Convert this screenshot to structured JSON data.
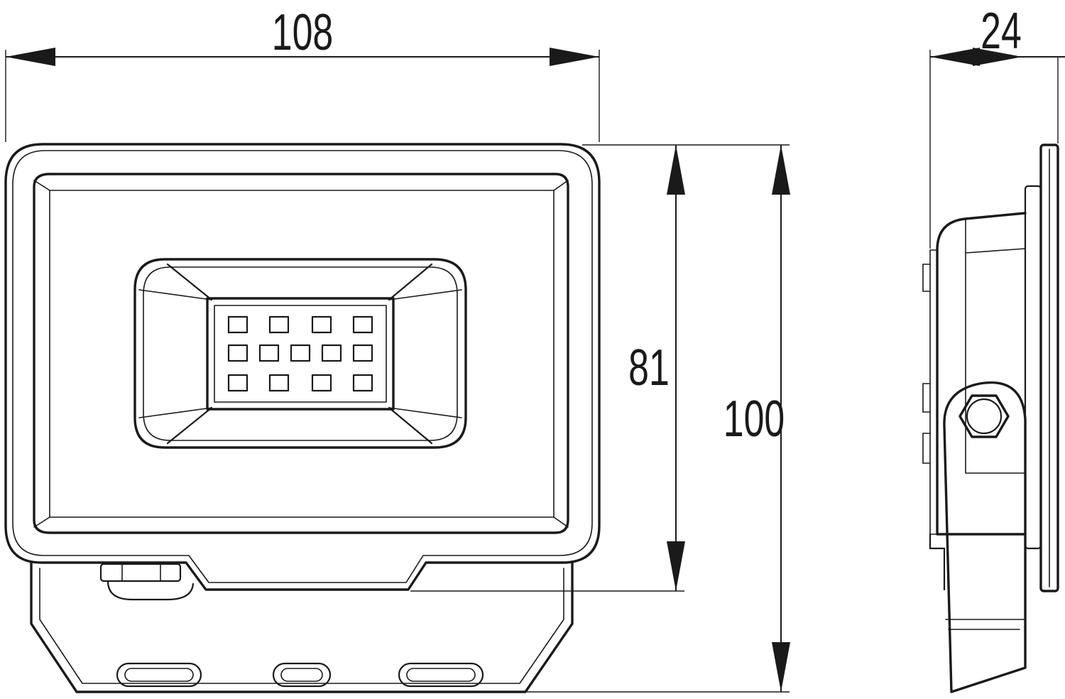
{
  "dimensions": {
    "width_front": "108",
    "width_side": "24",
    "height_front_body": "81",
    "height_overall": "100"
  }
}
